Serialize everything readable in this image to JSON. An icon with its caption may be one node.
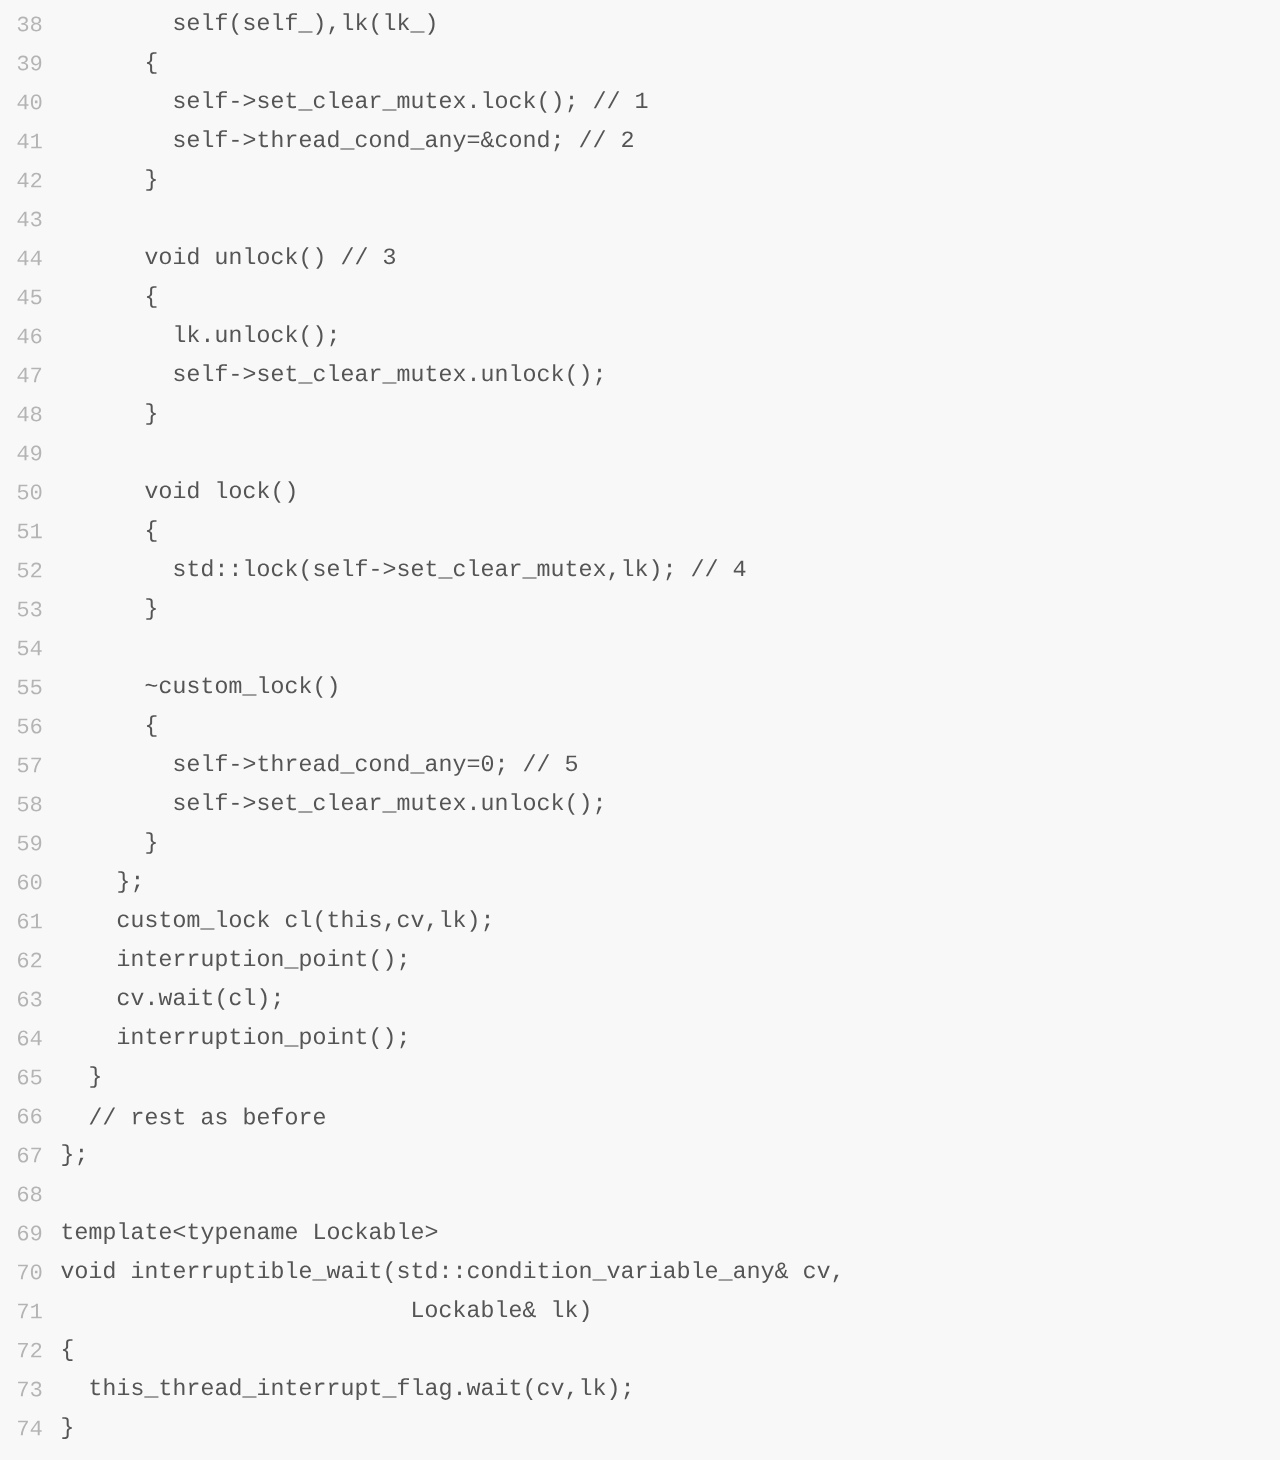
{
  "diagram": {
    "labels": [
      "38",
      "self(self_),lk(lk_)",
      "39",
      "{",
      "40",
      "self->set_clear_mutex.lock(); // 1",
      "41",
      "self->thread_cond_any=&cond; // 2",
      "42",
      "}",
      "43",
      "44",
      "void unlock() // 3",
      "45",
      "{",
      "46",
      "lk.unlock();",
      "47",
      "self->set_clear_mutex.unlock();",
      "48",
      "}",
      "49",
      "50",
      "void lock()",
      "51",
      "{",
      "52",
      "std::lock(self->set_clear_mutex,lk); // 4",
      "53",
      "}",
      "54",
      "55",
      "~custom_lock()",
      "56",
      "{",
      "57",
      "self->thread_cond_any=0; // 5",
      "58",
      "self->set_clear_mutex.unlock();",
      "59",
      "}",
      "60",
      "};",
      "61",
      "custom_lock cl(this,cv,lk);",
      "62",
      "interruption_point();",
      "63",
      "cv.wait(cl);",
      "64",
      "interruption_point();",
      "65",
      "}",
      "66",
      "// rest as before",
      "67",
      "};",
      "68",
      "69",
      "template<typename Lockable>",
      "70",
      "void interruptible_wait(std::condition_variable_any& cv,",
      "71",
      "Lockable& lk)",
      "72",
      "{",
      "73",
      "this_thread_interrupt_flag.wait(cv,lk);",
      "74",
      "}"
    ]
  }
}
